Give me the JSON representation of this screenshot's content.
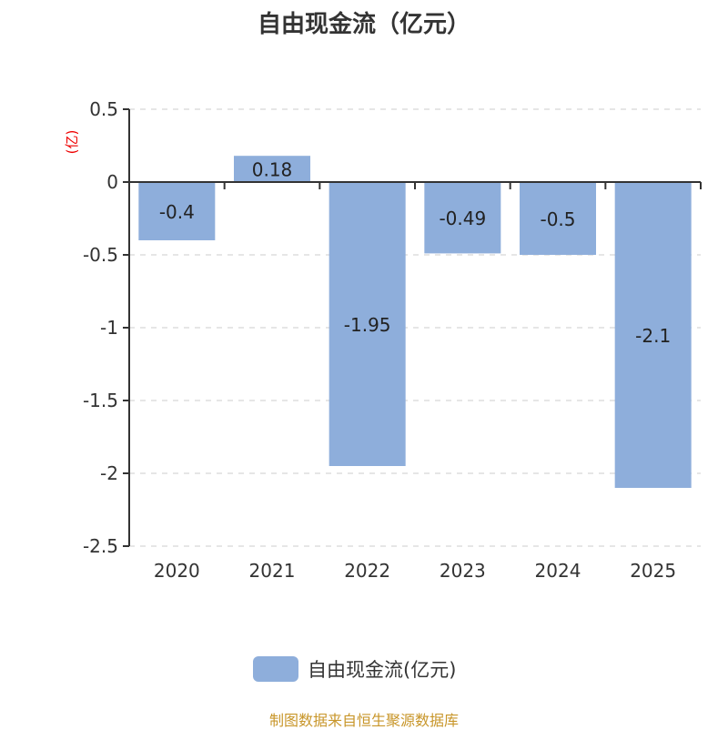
{
  "chart_data": {
    "type": "bar",
    "title": "自由现金流（亿元）",
    "categories": [
      "2020",
      "2021",
      "2022",
      "2023",
      "2024",
      "2025"
    ],
    "values": [
      -0.4,
      0.18,
      -1.95,
      -0.49,
      -0.5,
      -2.1
    ],
    "labels": [
      "-0.4",
      "0.18",
      "-1.95",
      "-0.49",
      "-0.5",
      "-2.1"
    ],
    "ylabel": "(亿)",
    "ylim": [
      -2.5,
      0.5
    ],
    "yticks": [
      0.5,
      0,
      -0.5,
      -1,
      -1.5,
      -2,
      -2.5
    ],
    "ytick_labels": [
      "0.5",
      "0",
      "-0.5",
      "-1",
      "-1.5",
      "-2",
      "-2.5"
    ],
    "grid": true,
    "legend": "bottom",
    "legend_label": "自由现金流(亿元)",
    "color": "#8eaedb"
  },
  "source": "制图数据来自恒生聚源数据库"
}
